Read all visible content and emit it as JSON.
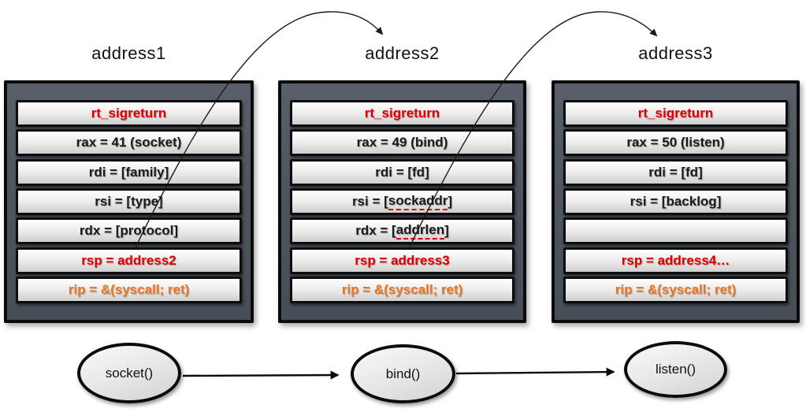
{
  "colors": {
    "red_accent": "#e00000",
    "orange_accent": "#ed7622",
    "frame_fill": "#4e555e",
    "row_text": "#1b1b1b"
  },
  "frames": [
    {
      "title": "address1",
      "rows": [
        {
          "text": "rt_sigreturn",
          "color": "red"
        },
        {
          "text": "rax = 41 (socket)",
          "color": "black"
        },
        {
          "text": "rdi = [family]",
          "color": "black"
        },
        {
          "text": "rsi = [type]",
          "color": "black"
        },
        {
          "text": "rdx = [protocol]",
          "color": "black"
        },
        {
          "text": "rsp = address2",
          "color": "red"
        },
        {
          "text": "rip = &(syscall; ret)",
          "color": "orange"
        }
      ]
    },
    {
      "title": "address2",
      "rows": [
        {
          "text": "rt_sigreturn",
          "color": "red"
        },
        {
          "text": "rax = 49 (bind)",
          "color": "black"
        },
        {
          "text": "rdi = [fd]",
          "color": "black"
        },
        {
          "text": "rsi = [sockaddr]",
          "color": "black",
          "mark": "sockaddr"
        },
        {
          "text": "rdx = [addrlen]",
          "color": "black",
          "mark": "addrlen"
        },
        {
          "text": "rsp = address3",
          "color": "red"
        },
        {
          "text": "rip = &(syscall; ret)",
          "color": "orange"
        }
      ]
    },
    {
      "title": "address3",
      "rows": [
        {
          "text": "rt_sigreturn",
          "color": "red"
        },
        {
          "text": "rax = 50 (listen)",
          "color": "black"
        },
        {
          "text": "rdi = [fd]",
          "color": "black"
        },
        {
          "text": "rsi = [backlog]",
          "color": "black"
        },
        {
          "text": "",
          "color": "black"
        },
        {
          "text": "rsp = address4…",
          "color": "red"
        },
        {
          "text": "rip = &(syscall; ret)",
          "color": "orange"
        }
      ]
    }
  ],
  "flow_nodes": [
    {
      "label": "socket()"
    },
    {
      "label": "bind()"
    },
    {
      "label": "listen()"
    }
  ],
  "arrows": {
    "curved": [
      {
        "from": "rsp = address2",
        "to": "address2"
      },
      {
        "from": "rsp = address3",
        "to": "address3"
      }
    ],
    "flow": [
      {
        "from": "socket()",
        "to": "bind()"
      },
      {
        "from": "bind()",
        "to": "listen()"
      }
    ]
  }
}
